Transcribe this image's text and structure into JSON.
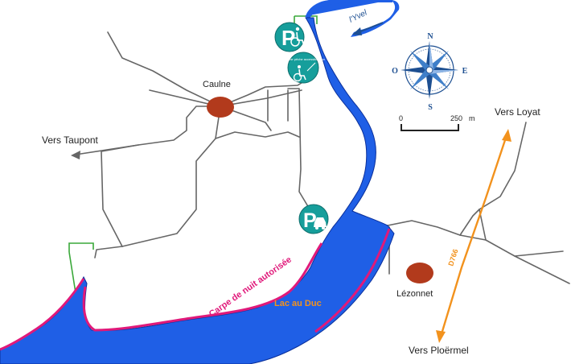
{
  "colors": {
    "water": "#1f5fe6",
    "water_edge": "#0a2f9a",
    "night_fishing_bank": "#e0197a",
    "road": "#666666",
    "main_road": "#f2921d",
    "village": "#b23a1c",
    "parking": "#169e9b",
    "boundary": "#3aa83a",
    "compass": "#1d4f91"
  },
  "places": {
    "caulne": "Caulne",
    "lezonnet": "Lézonnet"
  },
  "directions": {
    "taupont": "Vers Taupont",
    "loyat": "Vers Loyat",
    "ploermel": "Vers Ploërmel"
  },
  "water": {
    "lake": "Lac au Duc",
    "river": "l'Yvel"
  },
  "annotations": {
    "night_carp": "Carpe de nuit autorisée",
    "road_number": "D766"
  },
  "parking": {
    "letter": "P",
    "accessible_zone_text": "Zone de pêche accessible aux"
  },
  "compass": {
    "n": "N",
    "s": "S",
    "e": "E",
    "o": "O"
  },
  "scale": {
    "start": "0",
    "end": "250",
    "unit": "m"
  },
  "icons": [
    "wheelchair-icon",
    "car-icon",
    "compass-rose-icon",
    "arrow-icon"
  ]
}
